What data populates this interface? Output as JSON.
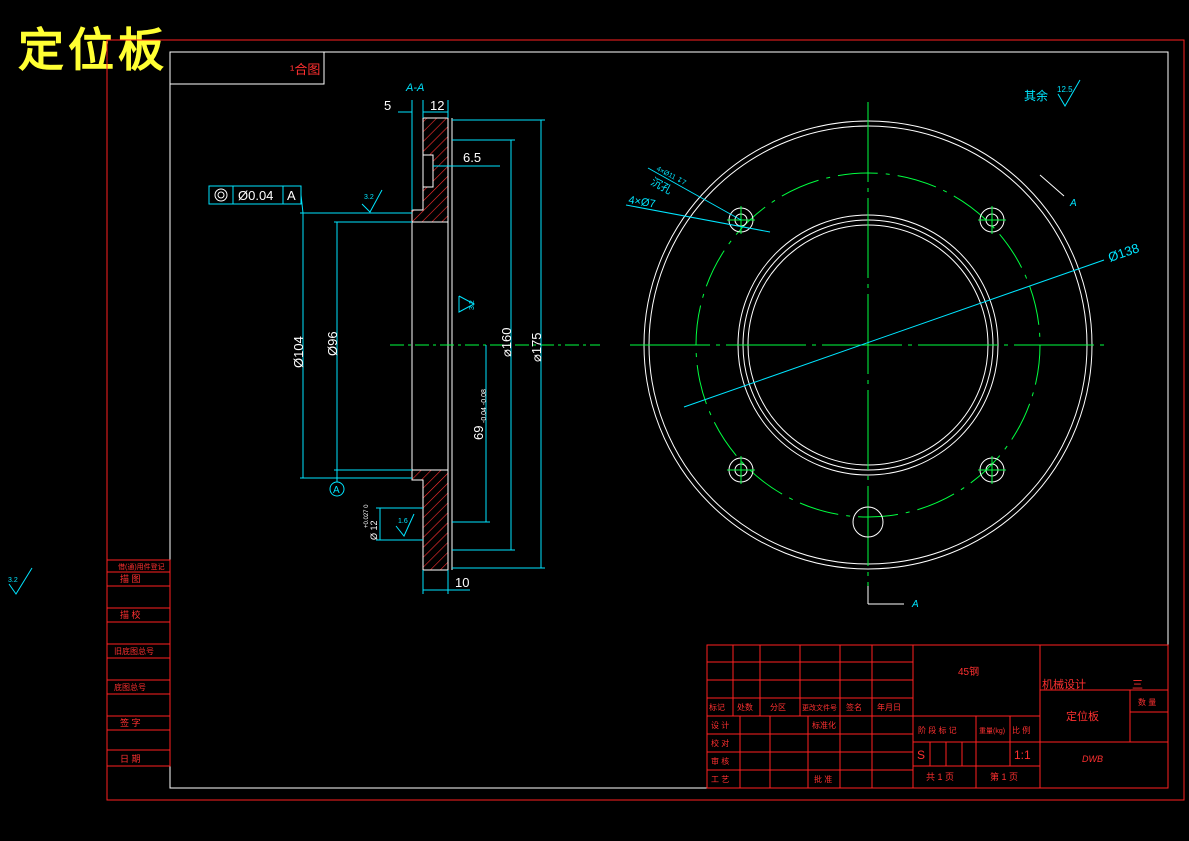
{
  "header": {
    "title": "定位板"
  },
  "colors": {
    "border": "#ff2020",
    "outline": "#ffffff",
    "dim": "#00e5ff",
    "center": "#00ff40",
    "hatch": "#ff3030",
    "title": "#ffff33"
  },
  "drawing": {
    "corner_note": "¹合图",
    "section_label": "A-A",
    "roughness_default": "其余",
    "roughness_default_value": "12.5",
    "roughness_left": "3.2",
    "roughness_margin": "3.2",
    "roughness_bore": "3.2",
    "roughness_hub": "1.6",
    "tolerance_value": "Ø0.04",
    "tolerance_datum": "A",
    "datum_label": "A",
    "dims": {
      "width_12": "12",
      "step_5": "5",
      "counterbore_65": "6.5",
      "bottom_10": "10",
      "d104": "Ø104",
      "d96": "Ø96",
      "d160": "⌀160",
      "d175": "⌀175",
      "d69": "69",
      "d69_tol": "-0.04 -0.08",
      "d12": "Ø 12",
      "d12_tol": "+0.027 0",
      "holes_note": "4×Ø7",
      "spot_note": "沉孔",
      "spot_detail": "4×Ø11 ↧7",
      "d138": "Ø138",
      "view_arrow_top": "A",
      "view_arrow_bottom": "A"
    }
  },
  "side_block": {
    "rows": [
      "借(通)用件登记",
      "描    图",
      "描    校",
      "旧底图总号",
      "底图总号",
      "签    字",
      "日    期"
    ]
  },
  "title_block": {
    "material": "45钢",
    "company": "机械设计",
    "company_suffix": "三",
    "part_name": "定位板",
    "qty_label": "数 量",
    "header_cells": [
      "标记",
      "处数",
      "分区",
      "更改文件号",
      "签名",
      "年月日"
    ],
    "rows": [
      "设 计",
      "校 对",
      "审 核",
      "工 艺"
    ],
    "standardize": "标准化",
    "approve": "批 准",
    "stage_labels": "阶 段 标 记",
    "weight_label": "重量(kg)",
    "scale_label": "比 例",
    "stage_value": "S",
    "scale": "1:1",
    "total_pages": "共 1 页",
    "page_no": "第 1 页",
    "drawing_no": "DWB"
  }
}
